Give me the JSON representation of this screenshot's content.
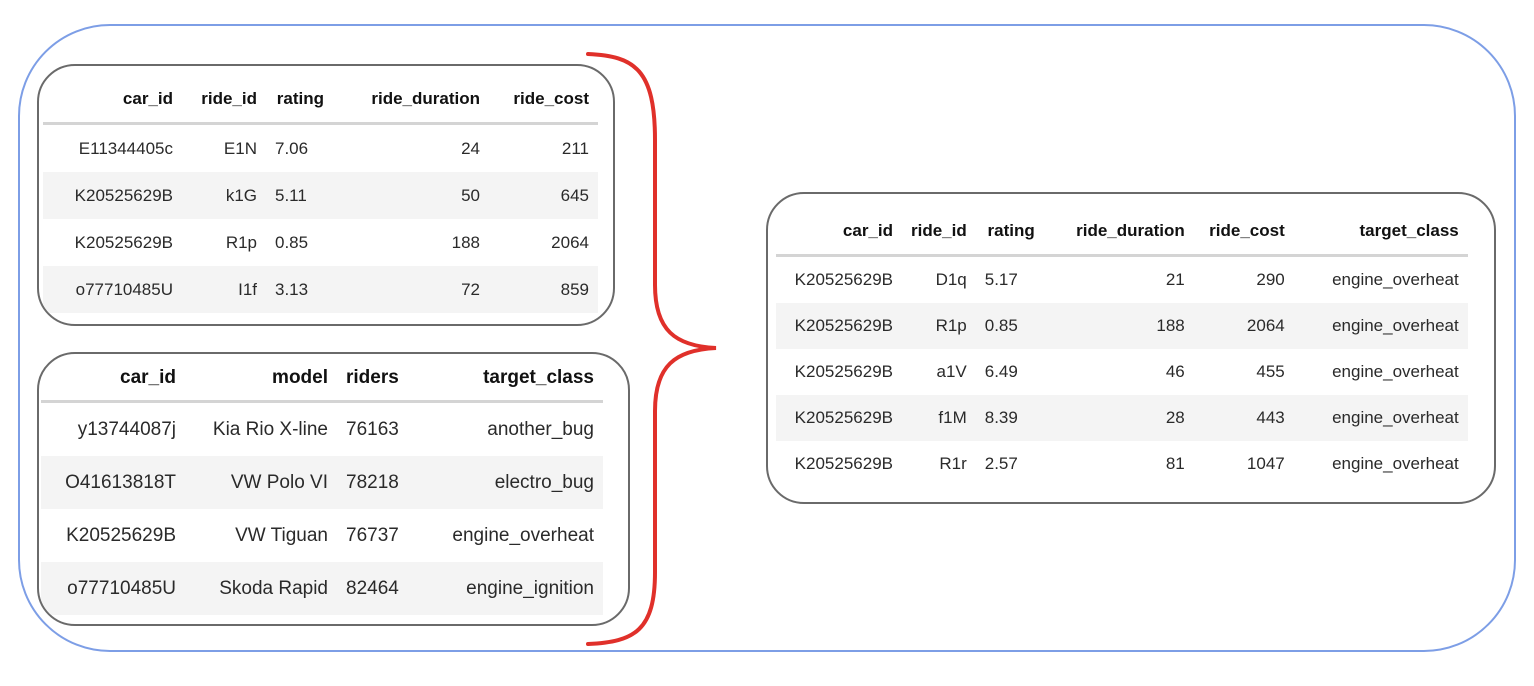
{
  "rides_table": {
    "columns": [
      "car_id",
      "ride_id",
      "rating",
      "ride_duration",
      "ride_cost"
    ],
    "rows": [
      [
        "E11344405c",
        "E1N",
        "7.06",
        "24",
        "211"
      ],
      [
        "K20525629B",
        "k1G",
        "5.11",
        "50",
        "645"
      ],
      [
        "K20525629B",
        "R1p",
        "0.85",
        "188",
        "2064"
      ],
      [
        "o77710485U",
        "I1f",
        "3.13",
        "72",
        "859"
      ]
    ]
  },
  "cars_table": {
    "columns": [
      "car_id",
      "model",
      "riders",
      "target_class"
    ],
    "rows": [
      [
        "y13744087j",
        "Kia Rio X-line",
        "76163",
        "another_bug"
      ],
      [
        "O41613818T",
        "VW Polo VI",
        "78218",
        "electro_bug"
      ],
      [
        "K20525629B",
        "VW Tiguan",
        "76737",
        "engine_overheat"
      ],
      [
        "o77710485U",
        "Skoda Rapid",
        "82464",
        "engine_ignition"
      ]
    ]
  },
  "result_table": {
    "columns": [
      "car_id",
      "ride_id",
      "rating",
      "ride_duration",
      "ride_cost",
      "target_class"
    ],
    "rows": [
      [
        "K20525629B",
        "D1q",
        "5.17",
        "21",
        "290",
        "engine_overheat"
      ],
      [
        "K20525629B",
        "R1p",
        "0.85",
        "188",
        "2064",
        "engine_overheat"
      ],
      [
        "K20525629B",
        "a1V",
        "6.49",
        "46",
        "455",
        "engine_overheat"
      ],
      [
        "K20525629B",
        "f1M",
        "8.39",
        "28",
        "443",
        "engine_overheat"
      ],
      [
        "K20525629B",
        "R1r",
        "2.57",
        "81",
        "1047",
        "engine_overheat"
      ]
    ]
  },
  "colors": {
    "outer_frame": "#7d9ee6",
    "brace": "#e0302a",
    "panel_border": "#6a6a6a",
    "row_shade": "#f4f4f4"
  }
}
